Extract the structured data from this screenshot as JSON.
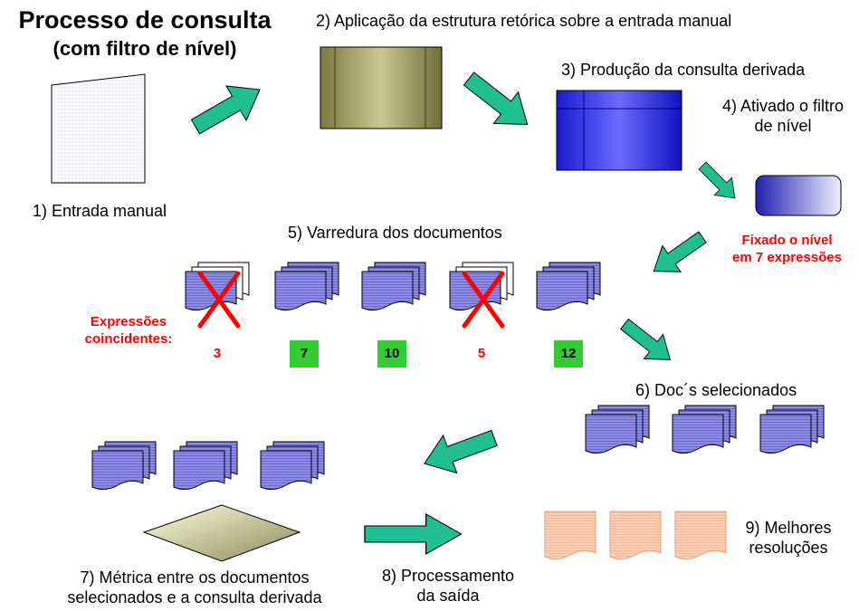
{
  "title": {
    "line1": "Processo de consulta",
    "line2": "(com filtro de nível)"
  },
  "steps": {
    "s1": "1) Entrada manual",
    "s2": "2) Aplicação da estrutura retórica sobre a entrada manual",
    "s3": "3) Produção da consulta derivada",
    "s4_line1": "4) Ativado o filtro",
    "s4_line2": "de nível",
    "s5": "5) Varredura dos documentos",
    "s6": "6) Doc´s selecionados",
    "s7_line1": "7) Métrica entre os documentos",
    "s7_line2": "selecionados e a consulta derivada",
    "s8_line1": "8) Processamento",
    "s8_line2": "da saída",
    "s9_line1": "9) Melhores",
    "s9_line2": "resoluções"
  },
  "filter_note": {
    "line1": "Fixado o nível",
    "line2": "em 7 expressões"
  },
  "matches_label": {
    "line1": "Expressões",
    "line2": "coincidentes:"
  },
  "documents": [
    {
      "count": "3",
      "rejected": true
    },
    {
      "count": "7",
      "rejected": false
    },
    {
      "count": "10",
      "rejected": false
    },
    {
      "count": "5",
      "rejected": true
    },
    {
      "count": "12",
      "rejected": false
    }
  ],
  "colors": {
    "arrow": "#1fbf8f",
    "doc_blue": "#8080e0",
    "reject_x": "#ff0000",
    "accepted": "#33cc33",
    "output_doc": "#ffc8a8",
    "alert_text": "#ff0000"
  }
}
